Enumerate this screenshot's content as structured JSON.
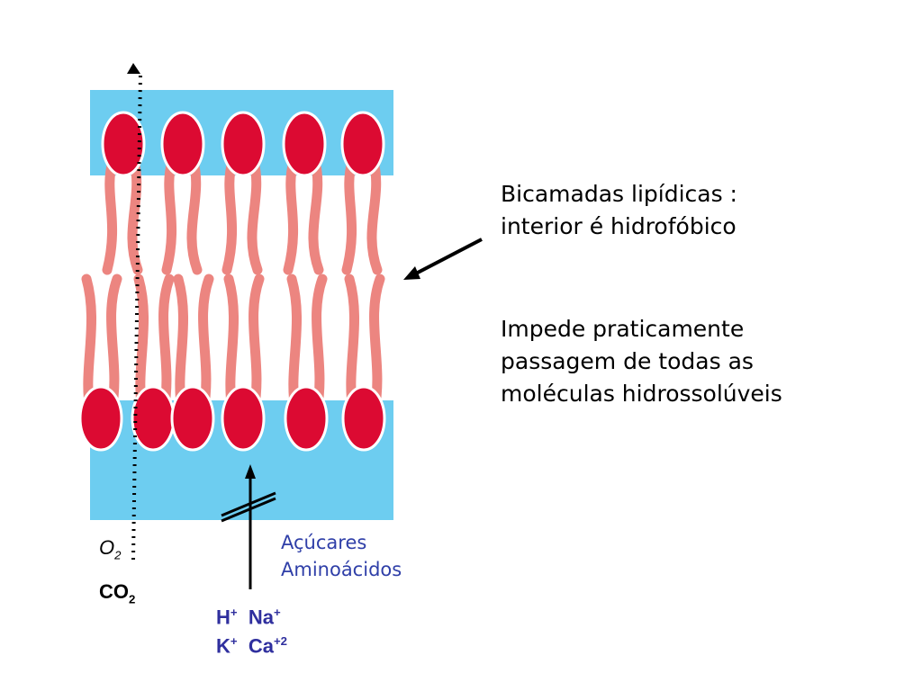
{
  "colors": {
    "water": "#6dcdf0",
    "head": "#dc0a32",
    "tail": "#ec8580",
    "ion_text": "#2f2f9e",
    "sugar_text": "#2f3fa8"
  },
  "captions": {
    "bilayer_line1": "Bicamadas lipídicas :",
    "bilayer_line2": "interior é hidrofóbico",
    "block_line1": "Impede praticamente",
    "block_line2": "passagem de todas as",
    "block_line3": "moléculas hidrossolúveis"
  },
  "molecules": {
    "o2_base": "O",
    "o2_sub": "2",
    "co2_base": "CO",
    "co2_sub": "2",
    "sugars": "Açúcares",
    "amino": "Aminoácidos"
  },
  "ions": {
    "h": "H",
    "h_sup": "+",
    "na": "Na",
    "na_sup": "+",
    "k": "K",
    "k_sup": "+",
    "ca": "Ca",
    "ca_sup": "+2"
  }
}
